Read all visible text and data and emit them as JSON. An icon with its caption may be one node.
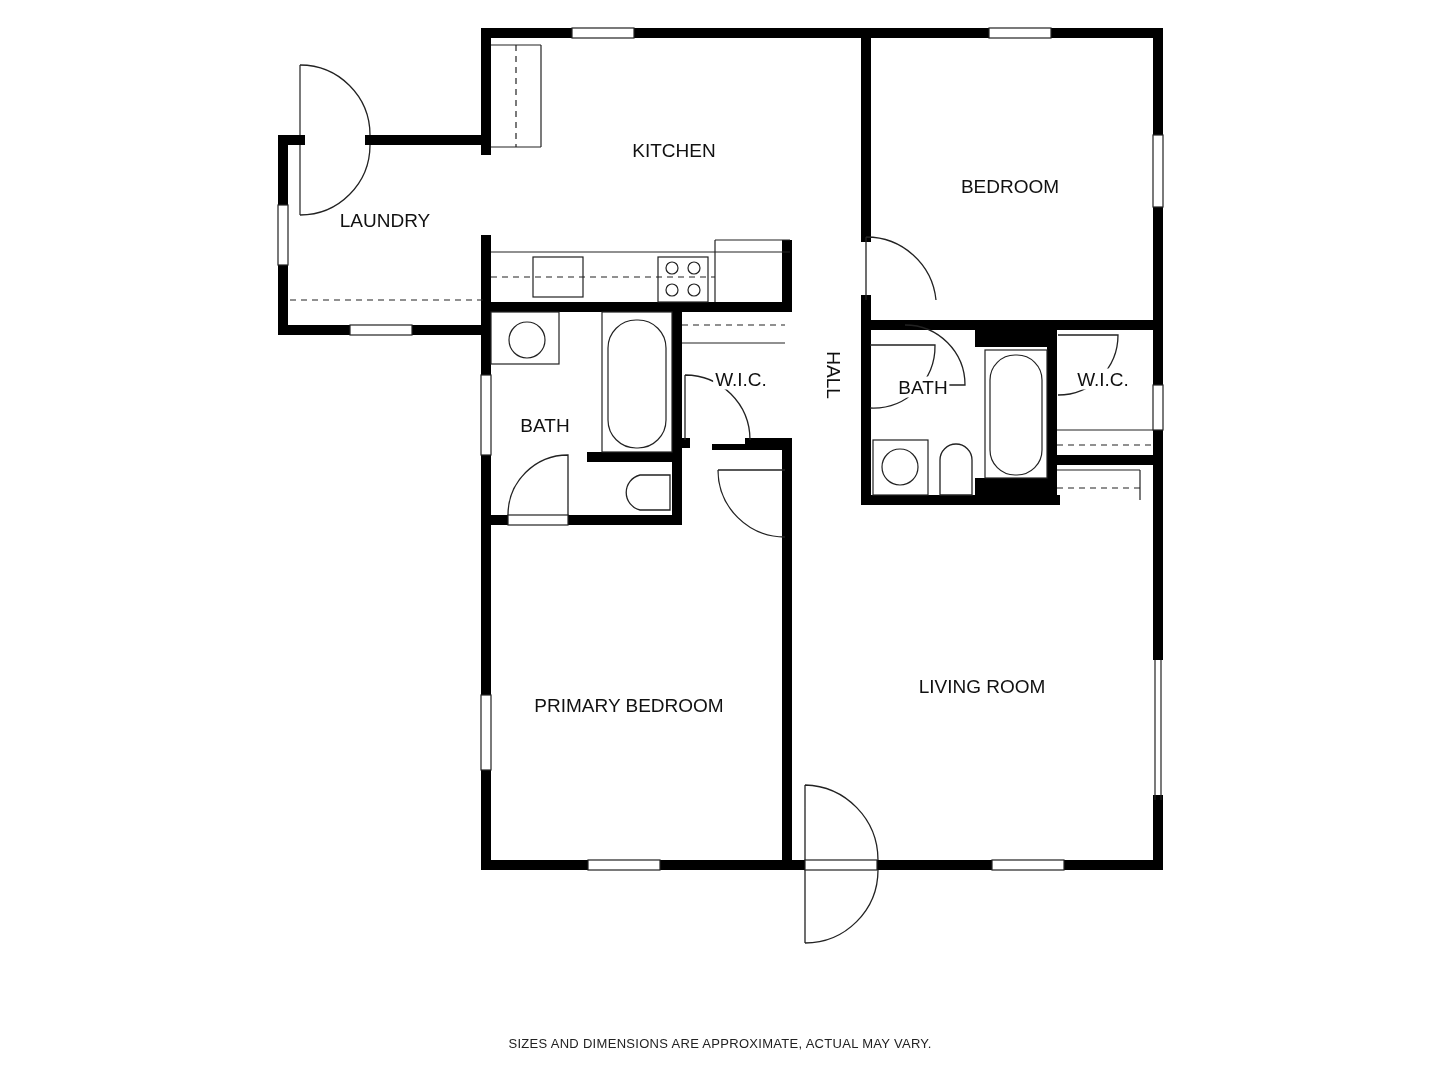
{
  "diagram": {
    "caption": "SIZES AND DIMENSIONS ARE APPROXIMATE, ACTUAL MAY VARY.",
    "nodes": [
      {
        "text": [
          "KITCHEN"
        ]
      },
      {
        "text": [
          "BEDROOM"
        ]
      },
      {
        "text": [
          "LAUNDRY"
        ]
      },
      {
        "text": [
          "BATH"
        ]
      },
      {
        "text": [
          "W.I.C."
        ]
      },
      {
        "text": [
          "HALL"
        ]
      },
      {
        "text": [
          "BATH"
        ]
      },
      {
        "text": [
          "W.I.C."
        ]
      },
      {
        "text": [
          "PRIMARY BEDROOM"
        ]
      },
      {
        "text": [
          "LIVING ROOM"
        ]
      }
    ],
    "edges": []
  }
}
